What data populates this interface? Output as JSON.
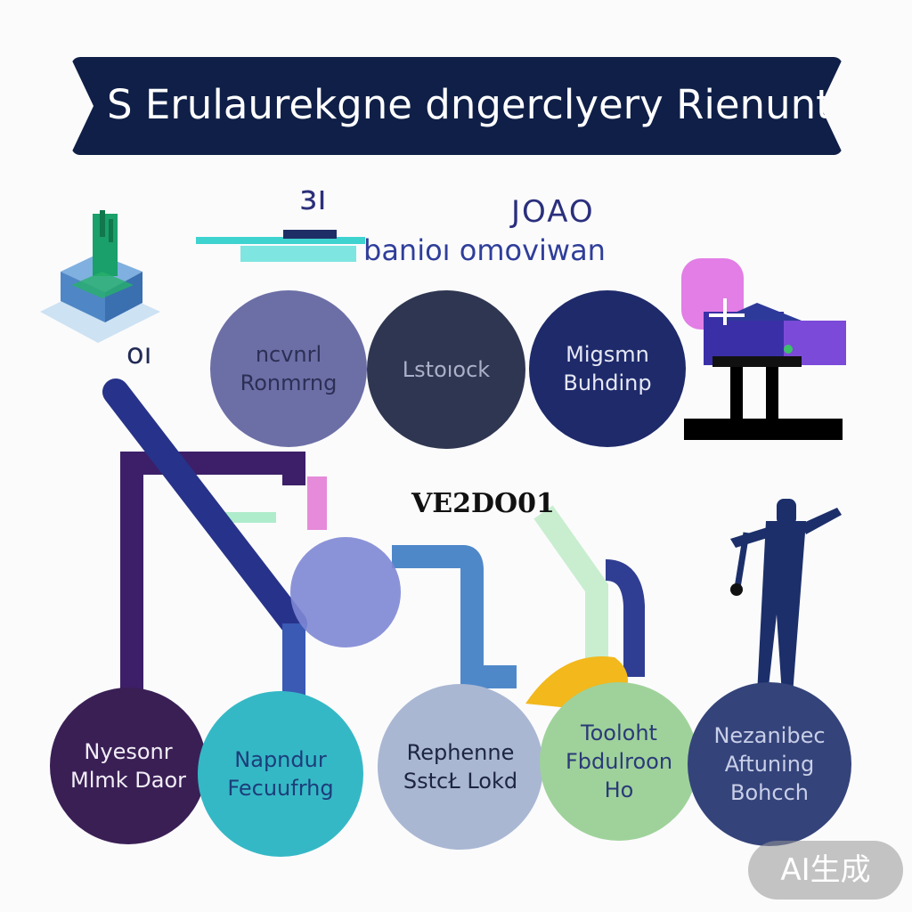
{
  "banner": {
    "title": "S Erulaurekgne dngerclуery Rienunt"
  },
  "labels": {
    "top_small": "зı",
    "top_number": "JOAO",
    "top_row": "banioı omoviwan",
    "left_small": "oı",
    "middle": "VE2DO01"
  },
  "top_nodes": [
    {
      "lines": [
        "ncvnrl",
        "Ronmrng"
      ],
      "color": "#6c6fa6",
      "text_color": "#2c2f55"
    },
    {
      "lines": [
        "Lstoıock"
      ],
      "color": "#2f3651",
      "text_color": "#aab0c8"
    },
    {
      "lines": [
        "Migsmn",
        "Buhdinp"
      ],
      "color": "#1e2a6a",
      "text_color": "#e6e8f5"
    }
  ],
  "bottom_nodes": [
    {
      "lines": [
        "Nyesonr",
        "Mlmk Daor"
      ],
      "color": "#3a1f55",
      "text_color": "#f2eef7"
    },
    {
      "lines": [
        "Napndur",
        "Fecuufrhg"
      ],
      "color": "#35b8c6",
      "text_color": "#1c3d7a"
    },
    {
      "lines": [
        "Rephenne",
        "SstcŁ Lokd"
      ],
      "color": "#a9b7d3",
      "text_color": "#1d2540"
    },
    {
      "lines": [
        "Tooloht",
        "Fbdulroon",
        "Ho"
      ],
      "color": "#9fd29a",
      "text_color": "#2a3a78"
    },
    {
      "lines": [
        "Nezanibec",
        "Aftuning",
        "Bohcch"
      ],
      "color": "#34437a",
      "text_color": "#c9cfe8"
    }
  ],
  "watermark": "AI生成"
}
